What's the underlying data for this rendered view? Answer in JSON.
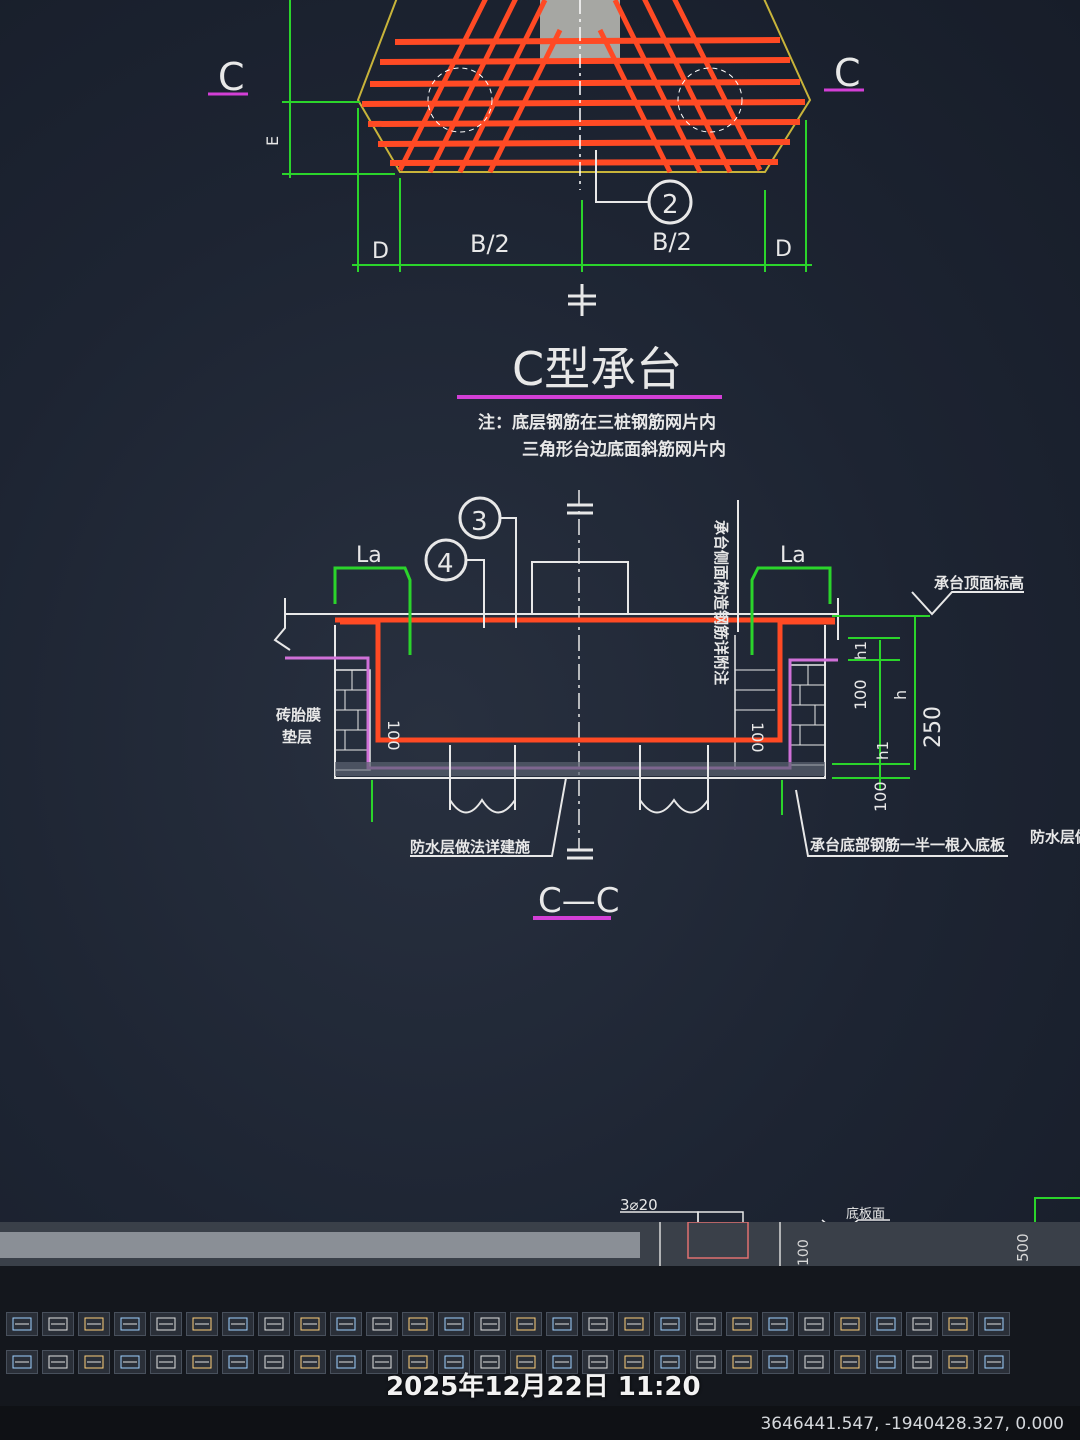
{
  "drawing": {
    "section_marker_left": "C",
    "section_marker_right": "C",
    "dim_e": "E",
    "dim_d_left": "D",
    "dim_b2_left": "B/2",
    "dim_b2_right": "B/2",
    "dim_d_right": "D",
    "callout_2": "2",
    "plan_title": "C型承台",
    "note_line1": "注：底层钢筋在三桩钢筋网片内",
    "note_line2": "三角形台边底面斜筋网片内",
    "callout_3": "3",
    "callout_4": "4",
    "la_left": "La",
    "la_right": "La",
    "vertical_note": "承台侧面构造钢筋详附注",
    "top_elev_label": "承台顶面标高",
    "dim_100_left": "100",
    "dim_100_right": "100",
    "dim_h1_top": "h1",
    "dim_100_upper": "100",
    "dim_h": "h",
    "dim_250": "250",
    "dim_h1_bottom": "h1",
    "dim_100_lower": "100",
    "left_wall_label_1": "砖胎膜",
    "left_wall_label_2": "垫层",
    "waterproof_label": "防水层做法详建施",
    "bottom_right_label": "承台底部钢筋一半一根入底板",
    "far_right_label": "防水层做法",
    "section_title": "C—C",
    "bottom_rebar_label": "3⌀20",
    "bottom_elev_label": "底板面",
    "bottom_dim_500": "500",
    "bottom_dim_left": "100"
  },
  "toolbar": {
    "row1": [
      "line",
      "pline",
      "rect",
      "hatch",
      "arc",
      "sep",
      "text",
      "blk",
      "dim",
      "grid",
      "img",
      "xref",
      "dim2",
      "mirror",
      "scale",
      "table",
      "array",
      "offset",
      "list",
      "prop",
      "match",
      "layer",
      "move",
      "copy",
      "trim",
      "extend",
      "fillet",
      "bnd"
    ],
    "row2": [
      "info",
      "frac",
      "table2",
      "x",
      "fx",
      "txt",
      "tbl",
      "T",
      "rot",
      "ins",
      "ins2",
      "img2",
      "img3",
      "col",
      "beam",
      "slab",
      "wall",
      "pile",
      "foot",
      "cap",
      "stair",
      "ramp",
      "sect",
      "elev",
      "calc",
      "ls",
      "ext",
      "grd"
    ]
  },
  "status": {
    "coordinates": "3646441.547, -1940428.327, 0.000"
  },
  "overlay": {
    "timestamp": "2025年12月22日 11:20"
  },
  "colors": {
    "rebar": "#ff4a24",
    "dimension": "#2bd42b",
    "linework": "#e8e8e8",
    "title_underline": "#d33fd6",
    "background": "#1d2432"
  }
}
